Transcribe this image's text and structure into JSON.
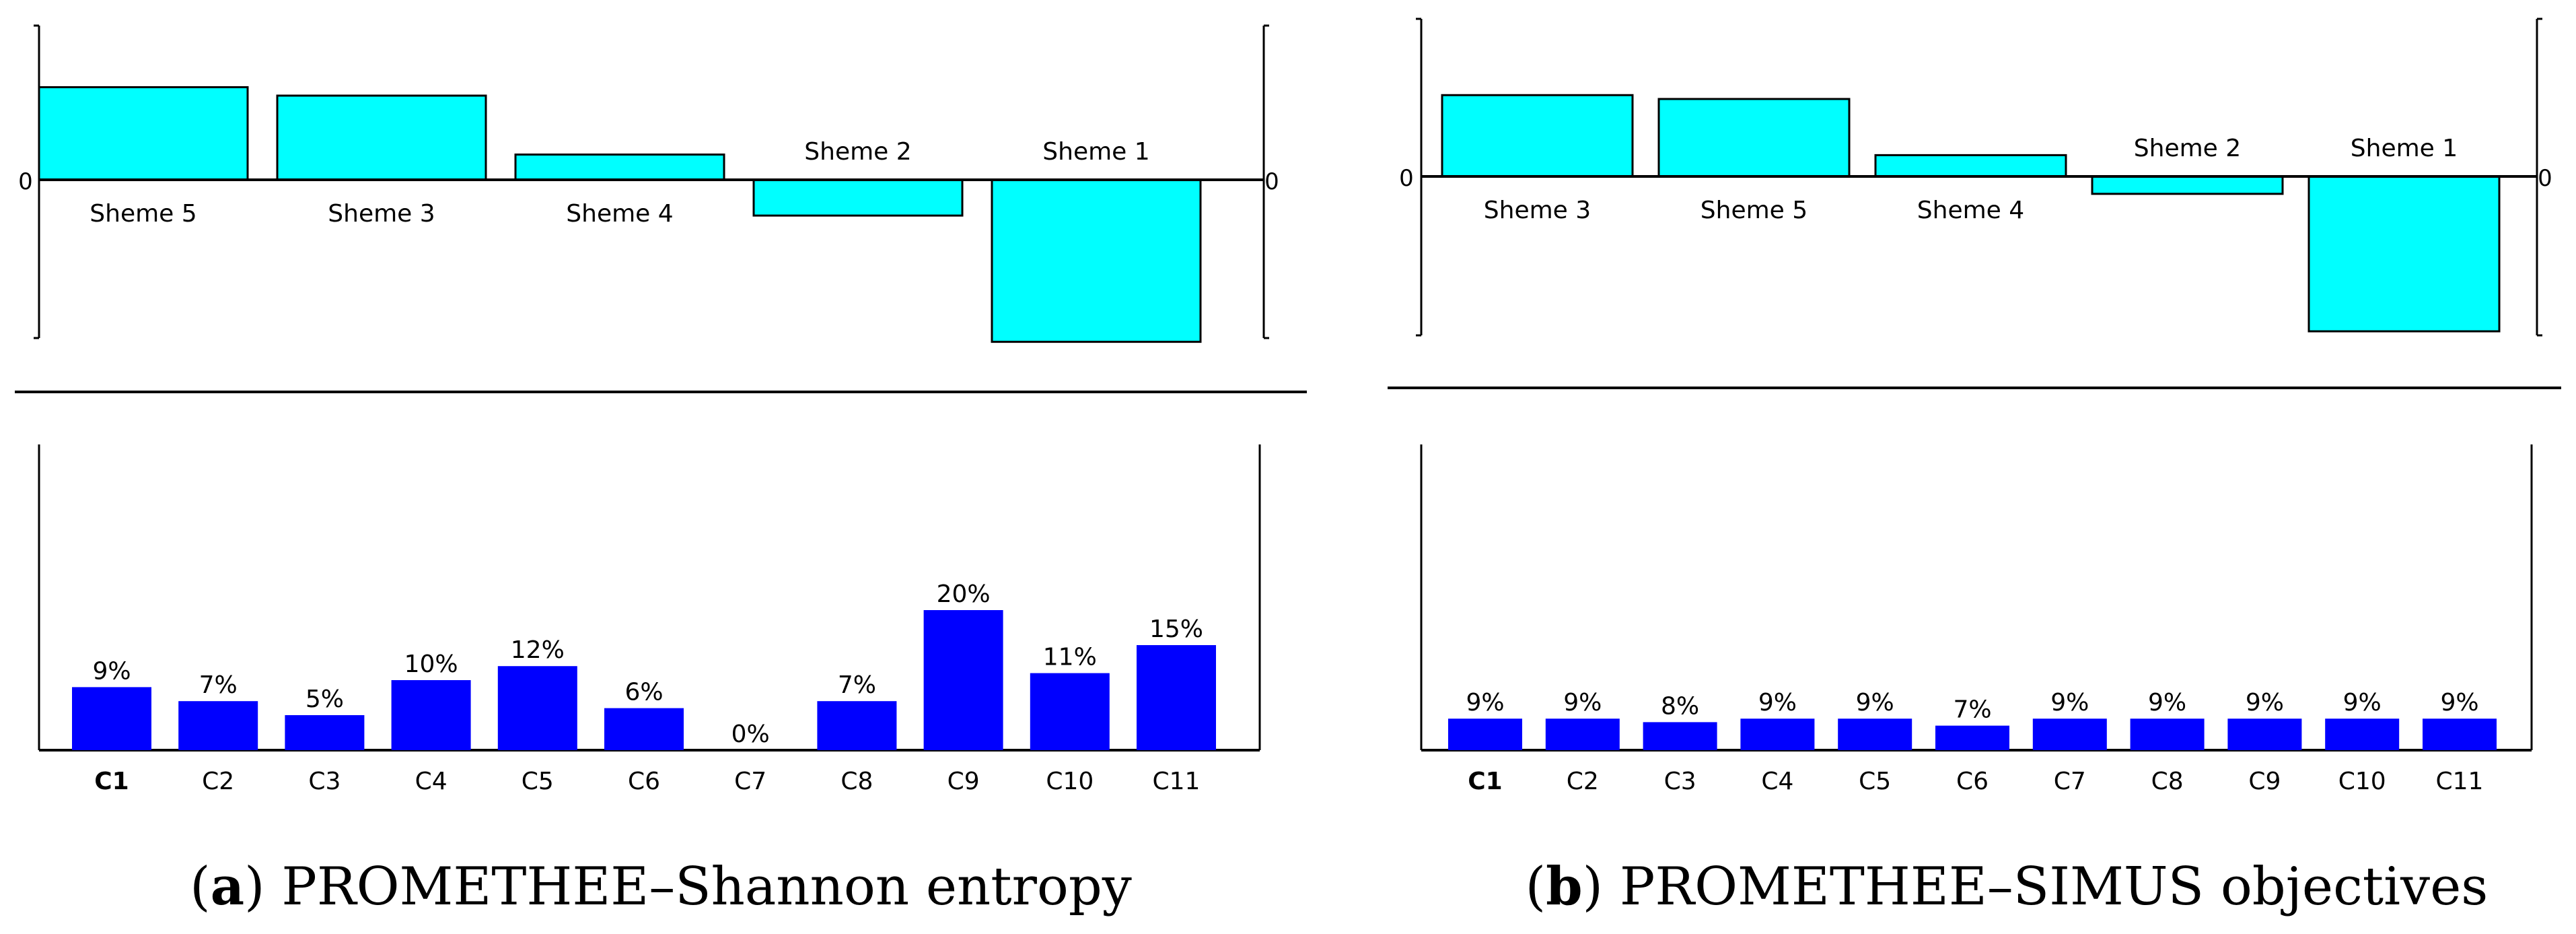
{
  "chart_data": [
    {
      "type": "bar",
      "panel": "a",
      "caption_letter": "a",
      "caption_text": " PROMETHEE–Shannon entropy",
      "net_flow": {
        "categories": [
          "Sheme 5",
          "Sheme 3",
          "Sheme 4",
          "Sheme 2",
          "Sheme 1"
        ],
        "values": [
          0.22,
          0.2,
          0.06,
          -0.085,
          -0.385
        ],
        "ylim": [
          -0.4,
          0.4
        ],
        "zero_label": "0"
      },
      "weights": {
        "categories": [
          "C1",
          "C2",
          "C3",
          "C4",
          "C5",
          "C6",
          "C7",
          "C8",
          "C9",
          "C10",
          "C11"
        ],
        "values": [
          9,
          7,
          5,
          10,
          12,
          6,
          0,
          7,
          20,
          11,
          15
        ],
        "labels": [
          "9%",
          "7%",
          "5%",
          "10%",
          "12%",
          "6%",
          "0%",
          "7%",
          "20%",
          "11%",
          "15%"
        ],
        "bold_category": "C1"
      },
      "colors": {
        "net": "#00FFFF",
        "weights": "#0000FF"
      }
    },
    {
      "type": "bar",
      "panel": "b",
      "caption_letter": "b",
      "caption_text": " PROMETHEE–SIMUS objectives",
      "net_flow": {
        "categories": [
          "Sheme 3",
          "Sheme 5",
          "Sheme 4",
          "Sheme 2",
          "Sheme 1"
        ],
        "values": [
          0.21,
          0.2,
          0.055,
          -0.045,
          -0.4
        ],
        "ylim": [
          -0.4,
          0.4
        ],
        "zero_label": "0"
      },
      "weights": {
        "categories": [
          "C1",
          "C2",
          "C3",
          "C4",
          "C5",
          "C6",
          "C7",
          "C8",
          "C9",
          "C10",
          "C11"
        ],
        "values": [
          9,
          9,
          8,
          9,
          9,
          7,
          9,
          9,
          9,
          9,
          9
        ],
        "labels": [
          "9%",
          "9%",
          "8%",
          "9%",
          "9%",
          "7%",
          "9%",
          "9%",
          "9%",
          "9%",
          "9%"
        ],
        "bold_category": "C1"
      },
      "colors": {
        "net": "#00FFFF",
        "weights": "#0000FF"
      }
    }
  ]
}
